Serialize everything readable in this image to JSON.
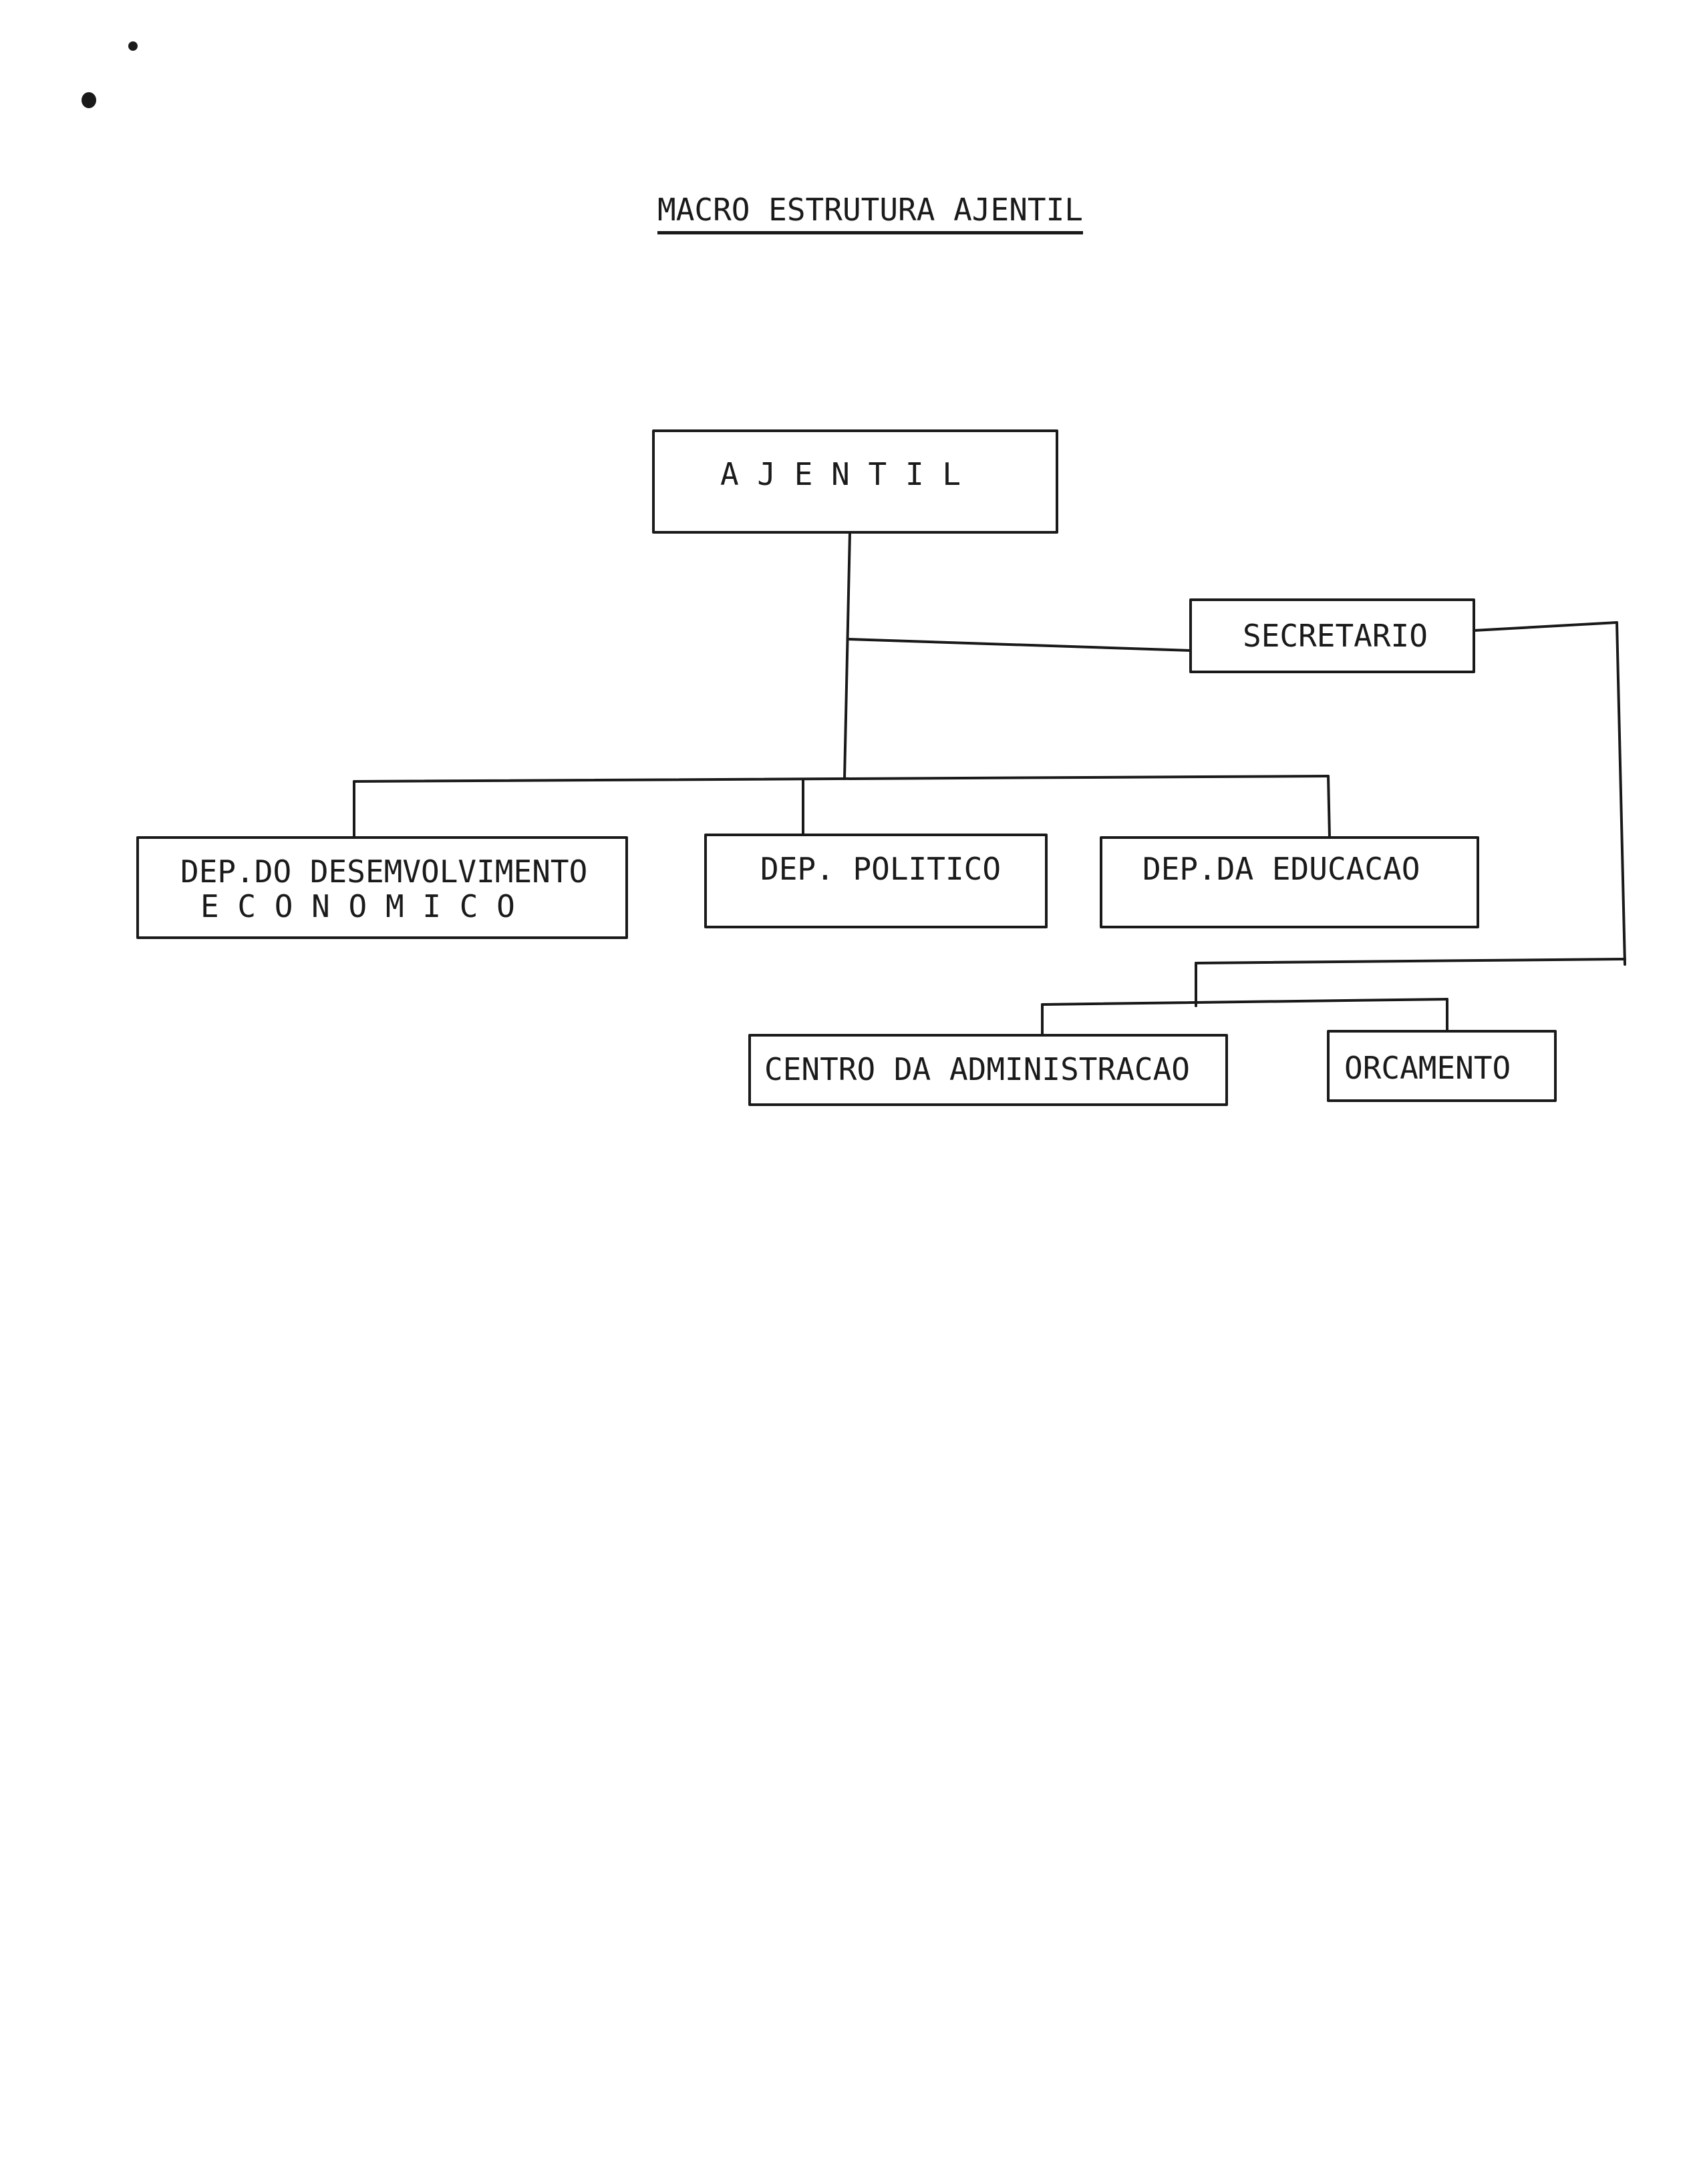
{
  "title": "MACRO ESTRUTURA AJENTIL",
  "nodes": {
    "ajentil": "A J E N T I L",
    "secretario": "SECRETARIO",
    "dep_desenvolvimento_line1": "DEP.DO DESEMVOLVIMENTO",
    "dep_desenvolvimento_line2": "E C O N O M I C O",
    "dep_politico": "DEP. POLITICO",
    "dep_educacao": "DEP.DA EDUCACAO",
    "centro_administracao": "CENTRO DA ADMINISTRACAO",
    "orcamento": "ORCAMENTO"
  },
  "edges": [
    [
      "ajentil",
      "secretario"
    ],
    [
      "ajentil",
      "dep_desenvolvimento"
    ],
    [
      "ajentil",
      "dep_politico"
    ],
    [
      "ajentil",
      "dep_educacao"
    ],
    [
      "secretario",
      "centro_administracao"
    ],
    [
      "secretario",
      "orcamento"
    ]
  ],
  "colors": {
    "ink": "#1a1a1a",
    "paper": "#ffffff"
  }
}
